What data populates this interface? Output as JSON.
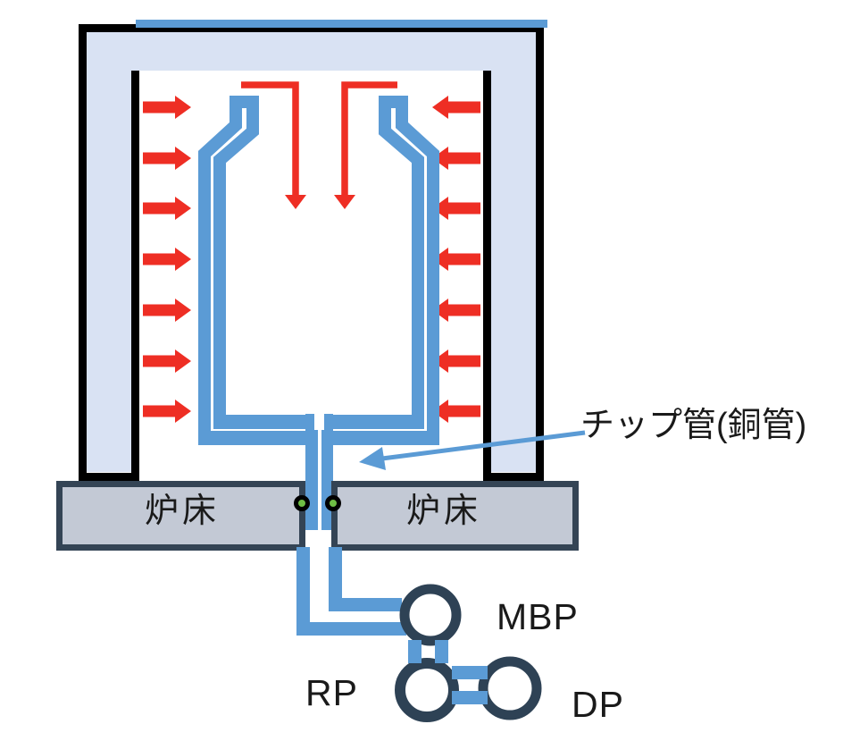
{
  "labels": {
    "tip_tube": "チップ管(銅管)",
    "hearth_left": "炉床",
    "hearth_right": "炉床",
    "booster_pump": "MBP",
    "rotary_pump": "RP",
    "diffusion_pump": "DP"
  },
  "colors": {
    "tube_blue": "#5b9bd5",
    "shell_fill": "#d9e2f3",
    "heat_red": "#ee2e24",
    "hearth_fill": "#c3c9d5",
    "hearth_border": "#344455",
    "pump_ring": "#2e4255",
    "valve_green": "#6fbe45",
    "outline_black": "#000000",
    "text": "#1a1a1a"
  },
  "heat_arrows": {
    "left_count": 7,
    "right_count": 7,
    "downward_count": 2
  }
}
